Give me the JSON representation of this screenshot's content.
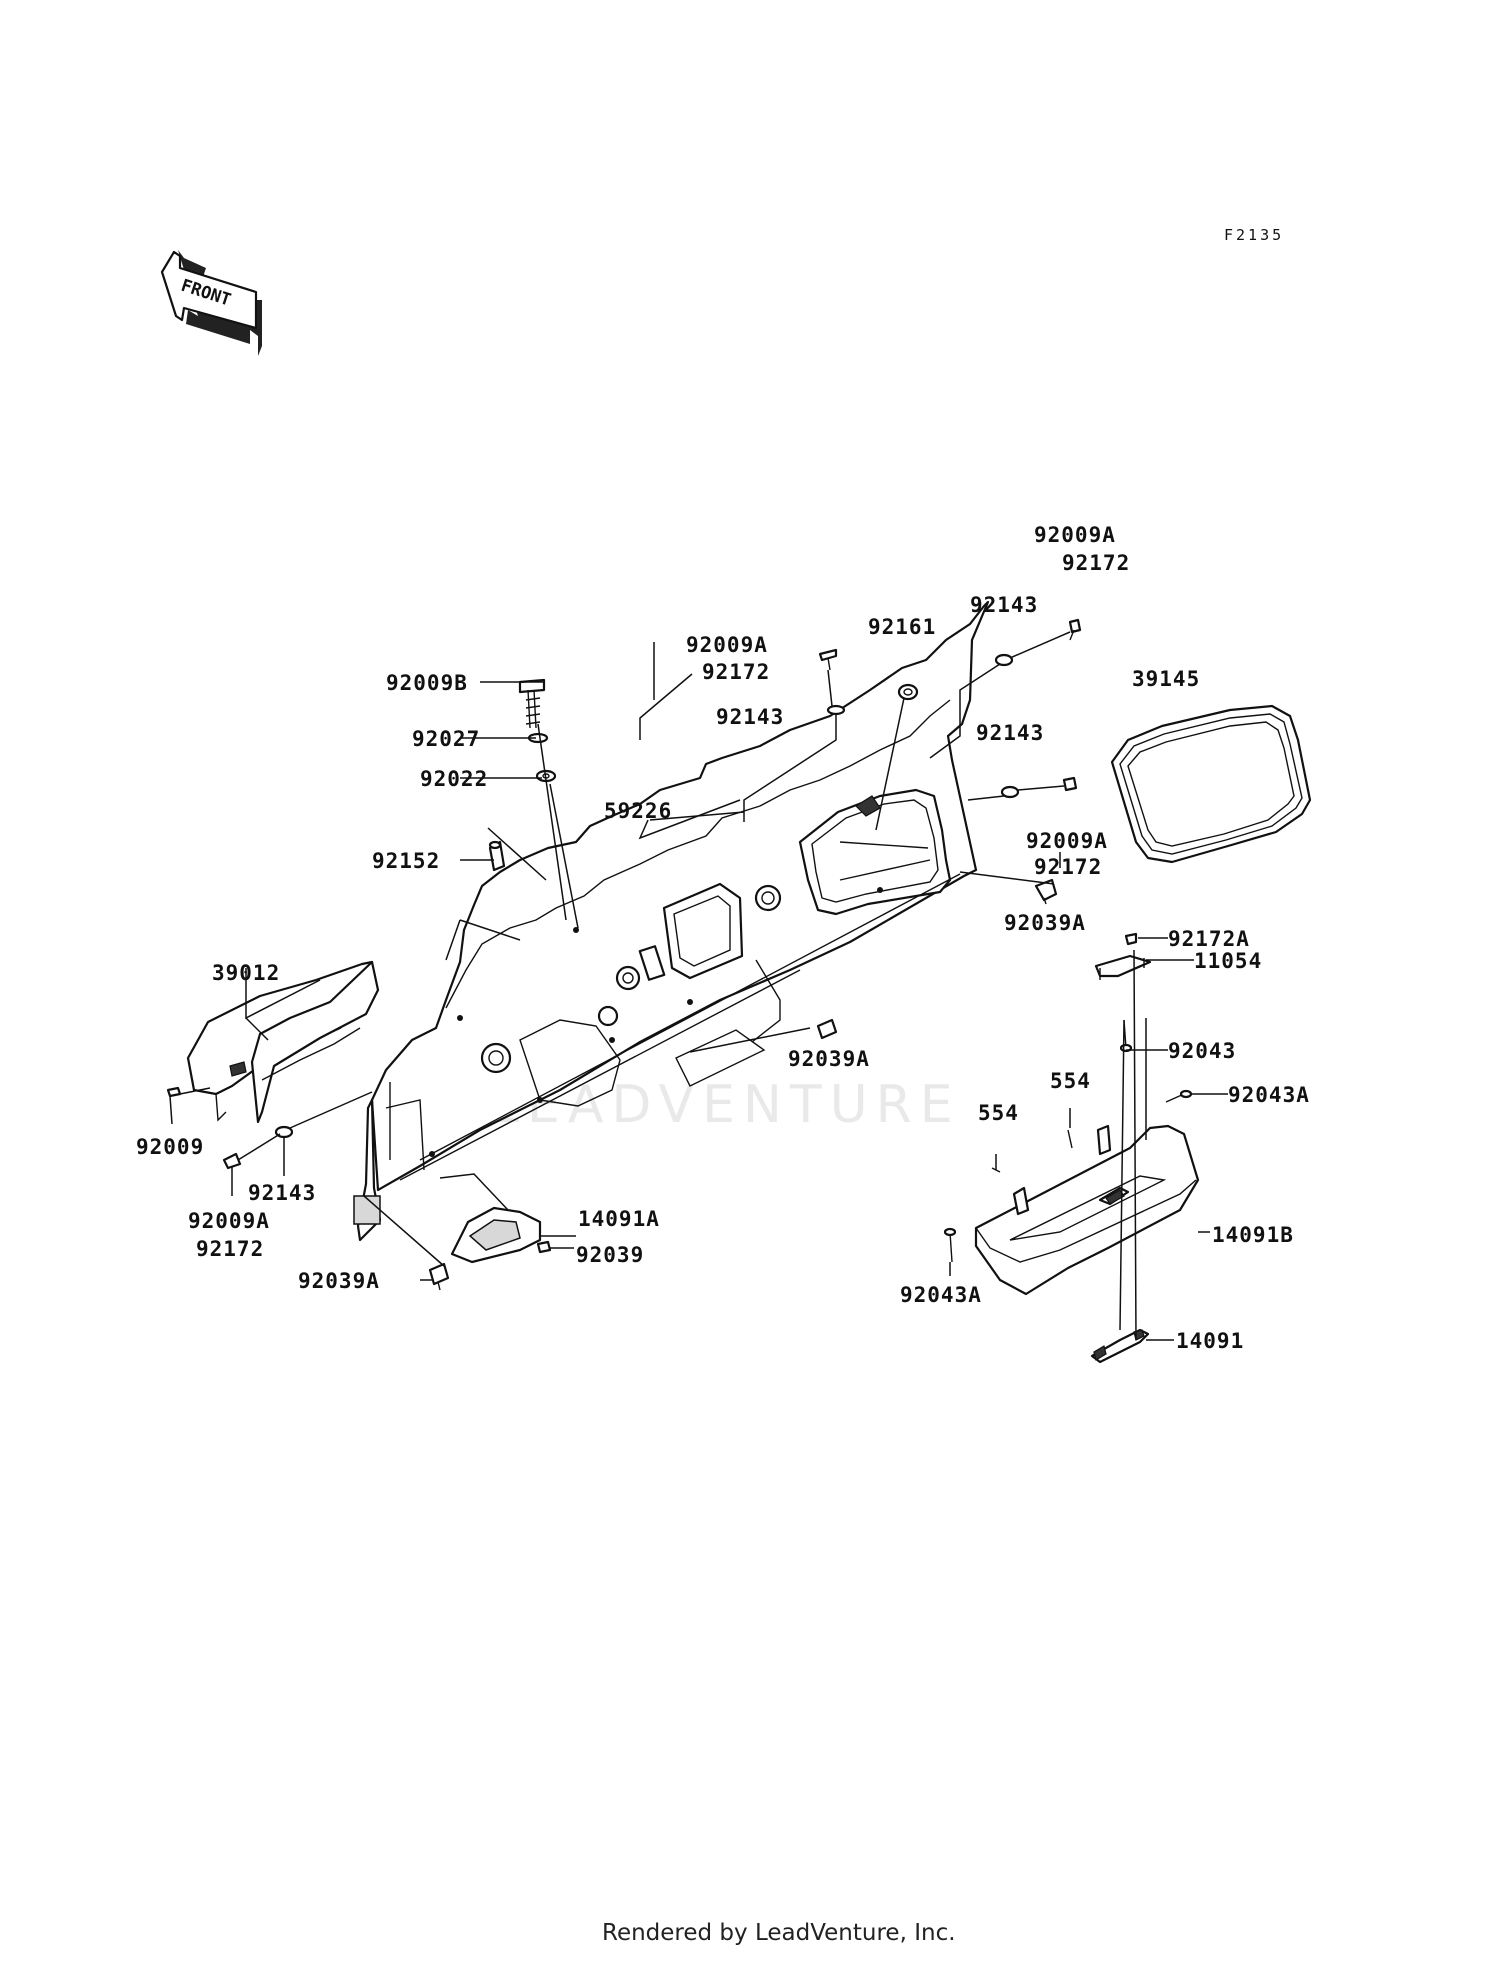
{
  "diagram_code": "F2135",
  "front_indicator": "FRONT",
  "watermark": "LEADVENTURE",
  "footer": "Rendered by LeadVenture, Inc.",
  "parts": [
    {
      "id": "p01",
      "label": "92009A"
    },
    {
      "id": "p02",
      "label": "92172"
    },
    {
      "id": "p03",
      "label": "92143"
    },
    {
      "id": "p04",
      "label": "92161"
    },
    {
      "id": "p05",
      "label": "92009A"
    },
    {
      "id": "p06",
      "label": "92172"
    },
    {
      "id": "p07",
      "label": "92143"
    },
    {
      "id": "p08",
      "label": "39145"
    },
    {
      "id": "p09",
      "label": "92143"
    },
    {
      "id": "p10",
      "label": "92009B"
    },
    {
      "id": "p11",
      "label": "92027"
    },
    {
      "id": "p12",
      "label": "92022"
    },
    {
      "id": "p13",
      "label": "59226"
    },
    {
      "id": "p14",
      "label": "92009A"
    },
    {
      "id": "p15",
      "label": "92172"
    },
    {
      "id": "p16",
      "label": "92152"
    },
    {
      "id": "p17",
      "label": "92039A"
    },
    {
      "id": "p18",
      "label": "92172A"
    },
    {
      "id": "p19",
      "label": "11054"
    },
    {
      "id": "p20",
      "label": "39012"
    },
    {
      "id": "p21",
      "label": "92043"
    },
    {
      "id": "p22",
      "label": "92039A"
    },
    {
      "id": "p23",
      "label": "554"
    },
    {
      "id": "p24",
      "label": "92043A"
    },
    {
      "id": "p25",
      "label": "554"
    },
    {
      "id": "p26",
      "label": "92009"
    },
    {
      "id": "p27",
      "label": "92143"
    },
    {
      "id": "p28",
      "label": "92009A"
    },
    {
      "id": "p29",
      "label": "92172"
    },
    {
      "id": "p30",
      "label": "14091A"
    },
    {
      "id": "p31",
      "label": "92039"
    },
    {
      "id": "p32",
      "label": "14091B"
    },
    {
      "id": "p33",
      "label": "92039A"
    },
    {
      "id": "p34",
      "label": "92043A"
    },
    {
      "id": "p35",
      "label": "14091"
    }
  ]
}
